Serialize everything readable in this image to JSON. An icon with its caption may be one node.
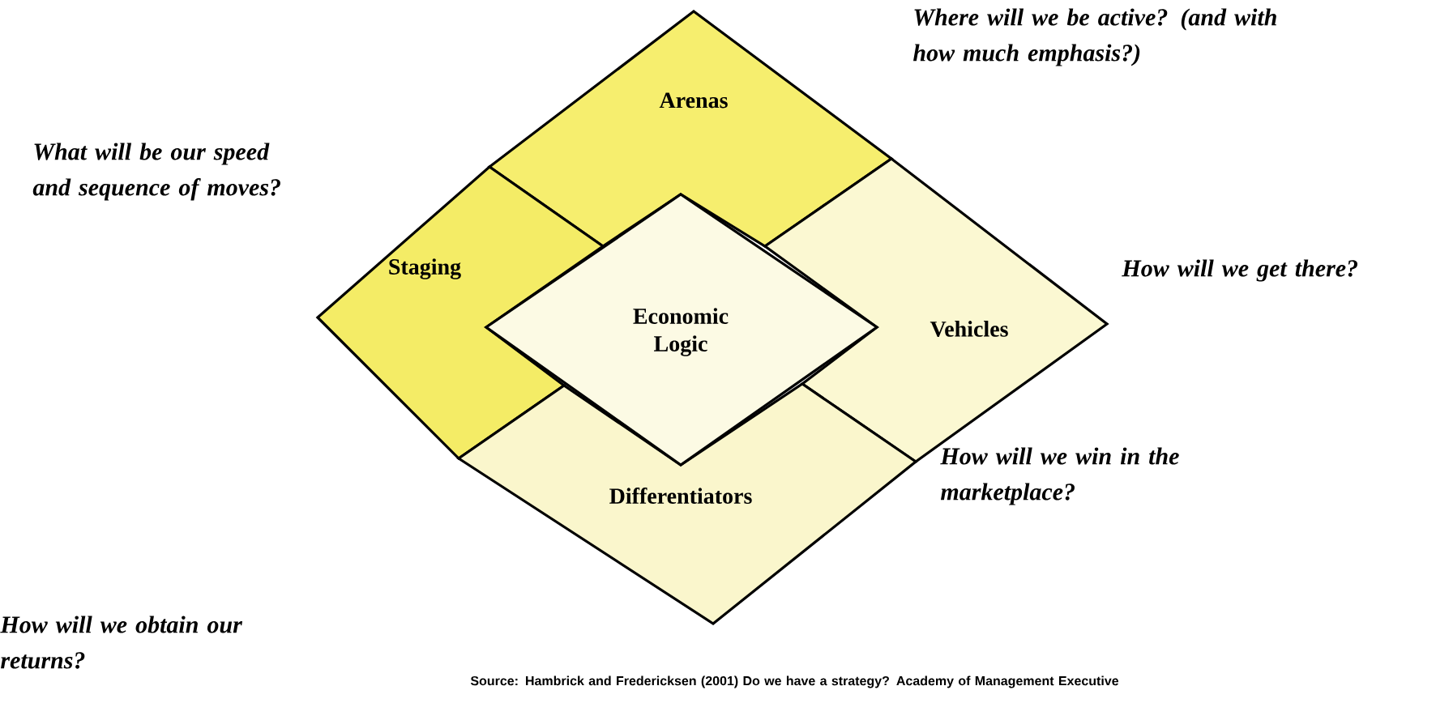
{
  "diagram": {
    "nodes": [
      {
        "text": [
          "Arenas"
        ]
      },
      {
        "text": [
          "Staging"
        ]
      },
      {
        "text": [
          "Vehicles"
        ]
      },
      {
        "text": [
          "Differentiators"
        ]
      },
      {
        "text": [
          "Economic Logic"
        ]
      }
    ],
    "labels": [
      "Where will we be active? (and with how much emphasis?)",
      "What will be our speed and sequence of moves?",
      "How will we get there?",
      "How will we win in the marketplace?",
      "How will we obtain our returns?",
      "Source: Hambrick and Fredericksen (2001) Do we have a strategy? Academy of Management Executive"
    ]
  }
}
